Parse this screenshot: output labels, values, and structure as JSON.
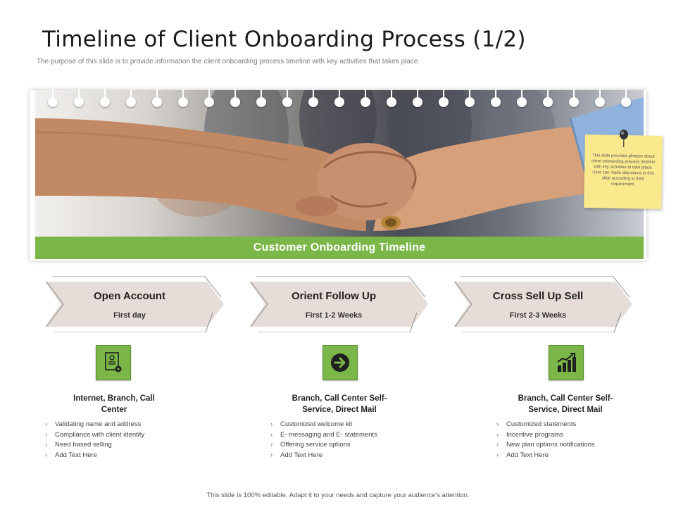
{
  "title": "Timeline of Client Onboarding Process (1/2)",
  "subtitle": "The purpose of this slide is to provide information the client onboarding process timeline with key activities that takes place.",
  "banner": {
    "label": "Customer Onboarding Timeline"
  },
  "note": {
    "text": "This slide provides glimpse about client onboarding process timeline with key activities to take place. User can made alterations in this slide according to their requirement."
  },
  "stages": [
    {
      "title": "Open Account",
      "time": "First day",
      "icon": "document-certificate-icon",
      "heading": "Internet, Branch, Call Center",
      "items": [
        "Validating name and address",
        "Compliance with client identity",
        "Need based selling",
        "Add Text Here"
      ]
    },
    {
      "title": "Orient Follow Up",
      "time": "First 1-2 Weeks",
      "icon": "arrow-right-circle-icon",
      "heading": "Branch, Call Center Self-Service, Direct Mail",
      "items": [
        "Customized welcome kit",
        "E- messaging and E- statements",
        "Offering service options",
        "Add Text Here"
      ]
    },
    {
      "title": "Cross Sell Up Sell",
      "time": "First 2-3 Weeks",
      "icon": "growth-chart-icon",
      "heading": "Branch, Call Center Self-Service, Direct Mail",
      "items": [
        "Customized statements",
        "Incentive programs",
        "New plan options notifications",
        "Add Text Here"
      ]
    }
  ],
  "footer": "This slide is 100% editable. Adapt it to your needs and capture your audience's attention.",
  "colors": {
    "accent_green": "#7ab648",
    "stage_fill": "#e6dcd8"
  }
}
